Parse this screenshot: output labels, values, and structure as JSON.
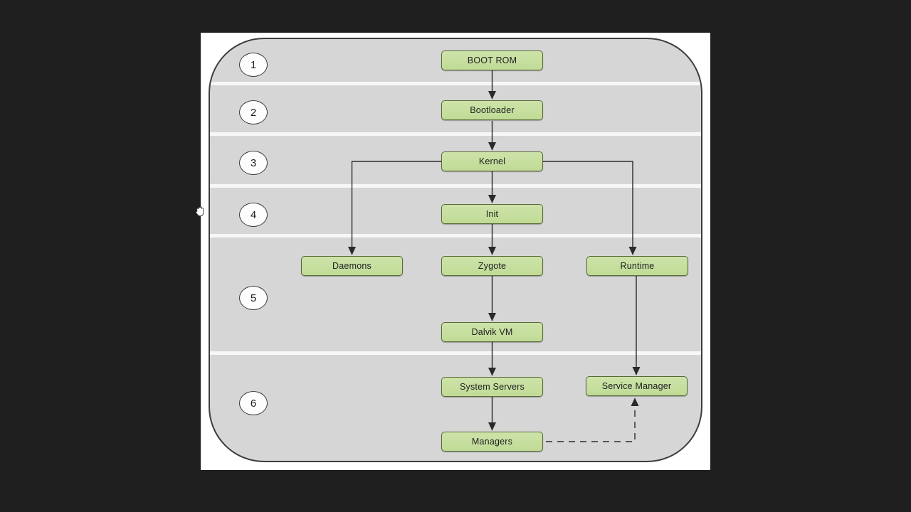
{
  "diagram": {
    "type": "flowchart",
    "description": "Android boot sequence flow diagram on a slide, six numbered stages with green process boxes connected by arrows",
    "stage_numbers": [
      "1",
      "2",
      "3",
      "4",
      "5",
      "6"
    ],
    "nodes": {
      "boot_rom": {
        "label": "BOOT ROM"
      },
      "bootloader": {
        "label": "Bootloader"
      },
      "kernel": {
        "label": "Kernel"
      },
      "init": {
        "label": "Init"
      },
      "daemons": {
        "label": "Daemons"
      },
      "zygote": {
        "label": "Zygote"
      },
      "runtime": {
        "label": "Runtime"
      },
      "dalvik_vm": {
        "label": "Dalvik VM"
      },
      "system_servers": {
        "label": "System Servers"
      },
      "service_manager": {
        "label": "Service Manager"
      },
      "managers": {
        "label": "Managers"
      }
    },
    "edges": [
      {
        "from": "boot_rom",
        "to": "bootloader",
        "style": "solid"
      },
      {
        "from": "bootloader",
        "to": "kernel",
        "style": "solid"
      },
      {
        "from": "kernel",
        "to": "init",
        "style": "solid"
      },
      {
        "from": "kernel",
        "to": "daemons",
        "style": "solid"
      },
      {
        "from": "kernel",
        "to": "runtime",
        "style": "solid"
      },
      {
        "from": "init",
        "to": "zygote",
        "style": "solid"
      },
      {
        "from": "zygote",
        "to": "dalvik_vm",
        "style": "solid"
      },
      {
        "from": "dalvik_vm",
        "to": "system_servers",
        "style": "solid"
      },
      {
        "from": "runtime",
        "to": "service_manager",
        "style": "solid"
      },
      {
        "from": "system_servers",
        "to": "managers",
        "style": "solid"
      },
      {
        "from": "managers",
        "to": "service_manager",
        "style": "dashed"
      }
    ],
    "colors": {
      "background": "#1f1f1f",
      "slide": "#ffffff",
      "frame_fill": "#d6d6d6",
      "frame_border": "#3d3d3d",
      "node_fill": "#c5de9e",
      "node_border": "#5a6937",
      "separator": "#fafafa",
      "line": "#2a2a2a"
    },
    "cursor": {
      "type": "hand"
    }
  }
}
